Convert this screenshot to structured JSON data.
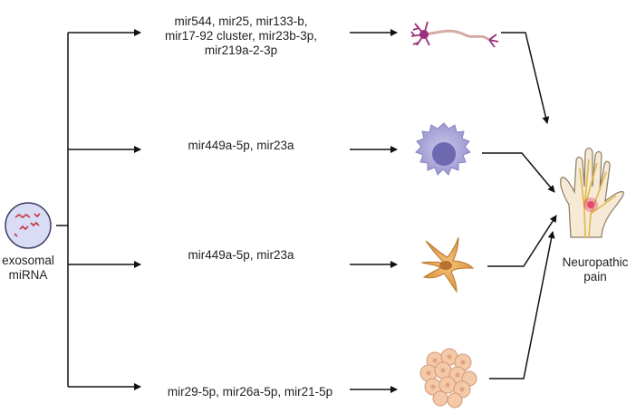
{
  "source_node": {
    "label_line1": "exosomal",
    "label_line2": "miRNA",
    "icon": "exosome-vesicle-icon"
  },
  "target_node": {
    "label_line1": "Neuropathic",
    "label_line2": "pain",
    "icon": "painful-hand-icon"
  },
  "pathways": [
    {
      "lines": [
        "mir544, mir25, mir133-b,",
        "mir17-92 cluster, mir23b-3p,",
        "mir219a-2-3p"
      ],
      "cell_icon": "neuron-icon"
    },
    {
      "lines": [
        "mir449a-5p, mir23a"
      ],
      "cell_icon": "macrophage-icon"
    },
    {
      "lines": [
        "mir449a-5p, mir23a"
      ],
      "cell_icon": "astrocyte-icon"
    },
    {
      "lines": [
        "mir29-5p, mir26a-5p, mir21-5p"
      ],
      "cell_icon": "cell-cluster-icon"
    }
  ],
  "colors": {
    "arrow": "#111111",
    "exosome_fill": "#d7dcf3",
    "neuron": "#9a2f7a",
    "macrophage": "#a9a6d6",
    "astrocyte": "#e3a04f",
    "cluster": "#f1c6a6",
    "hand_skin": "#f6ead6",
    "nerve": "#e0b84a",
    "pain": "#e0325e"
  }
}
